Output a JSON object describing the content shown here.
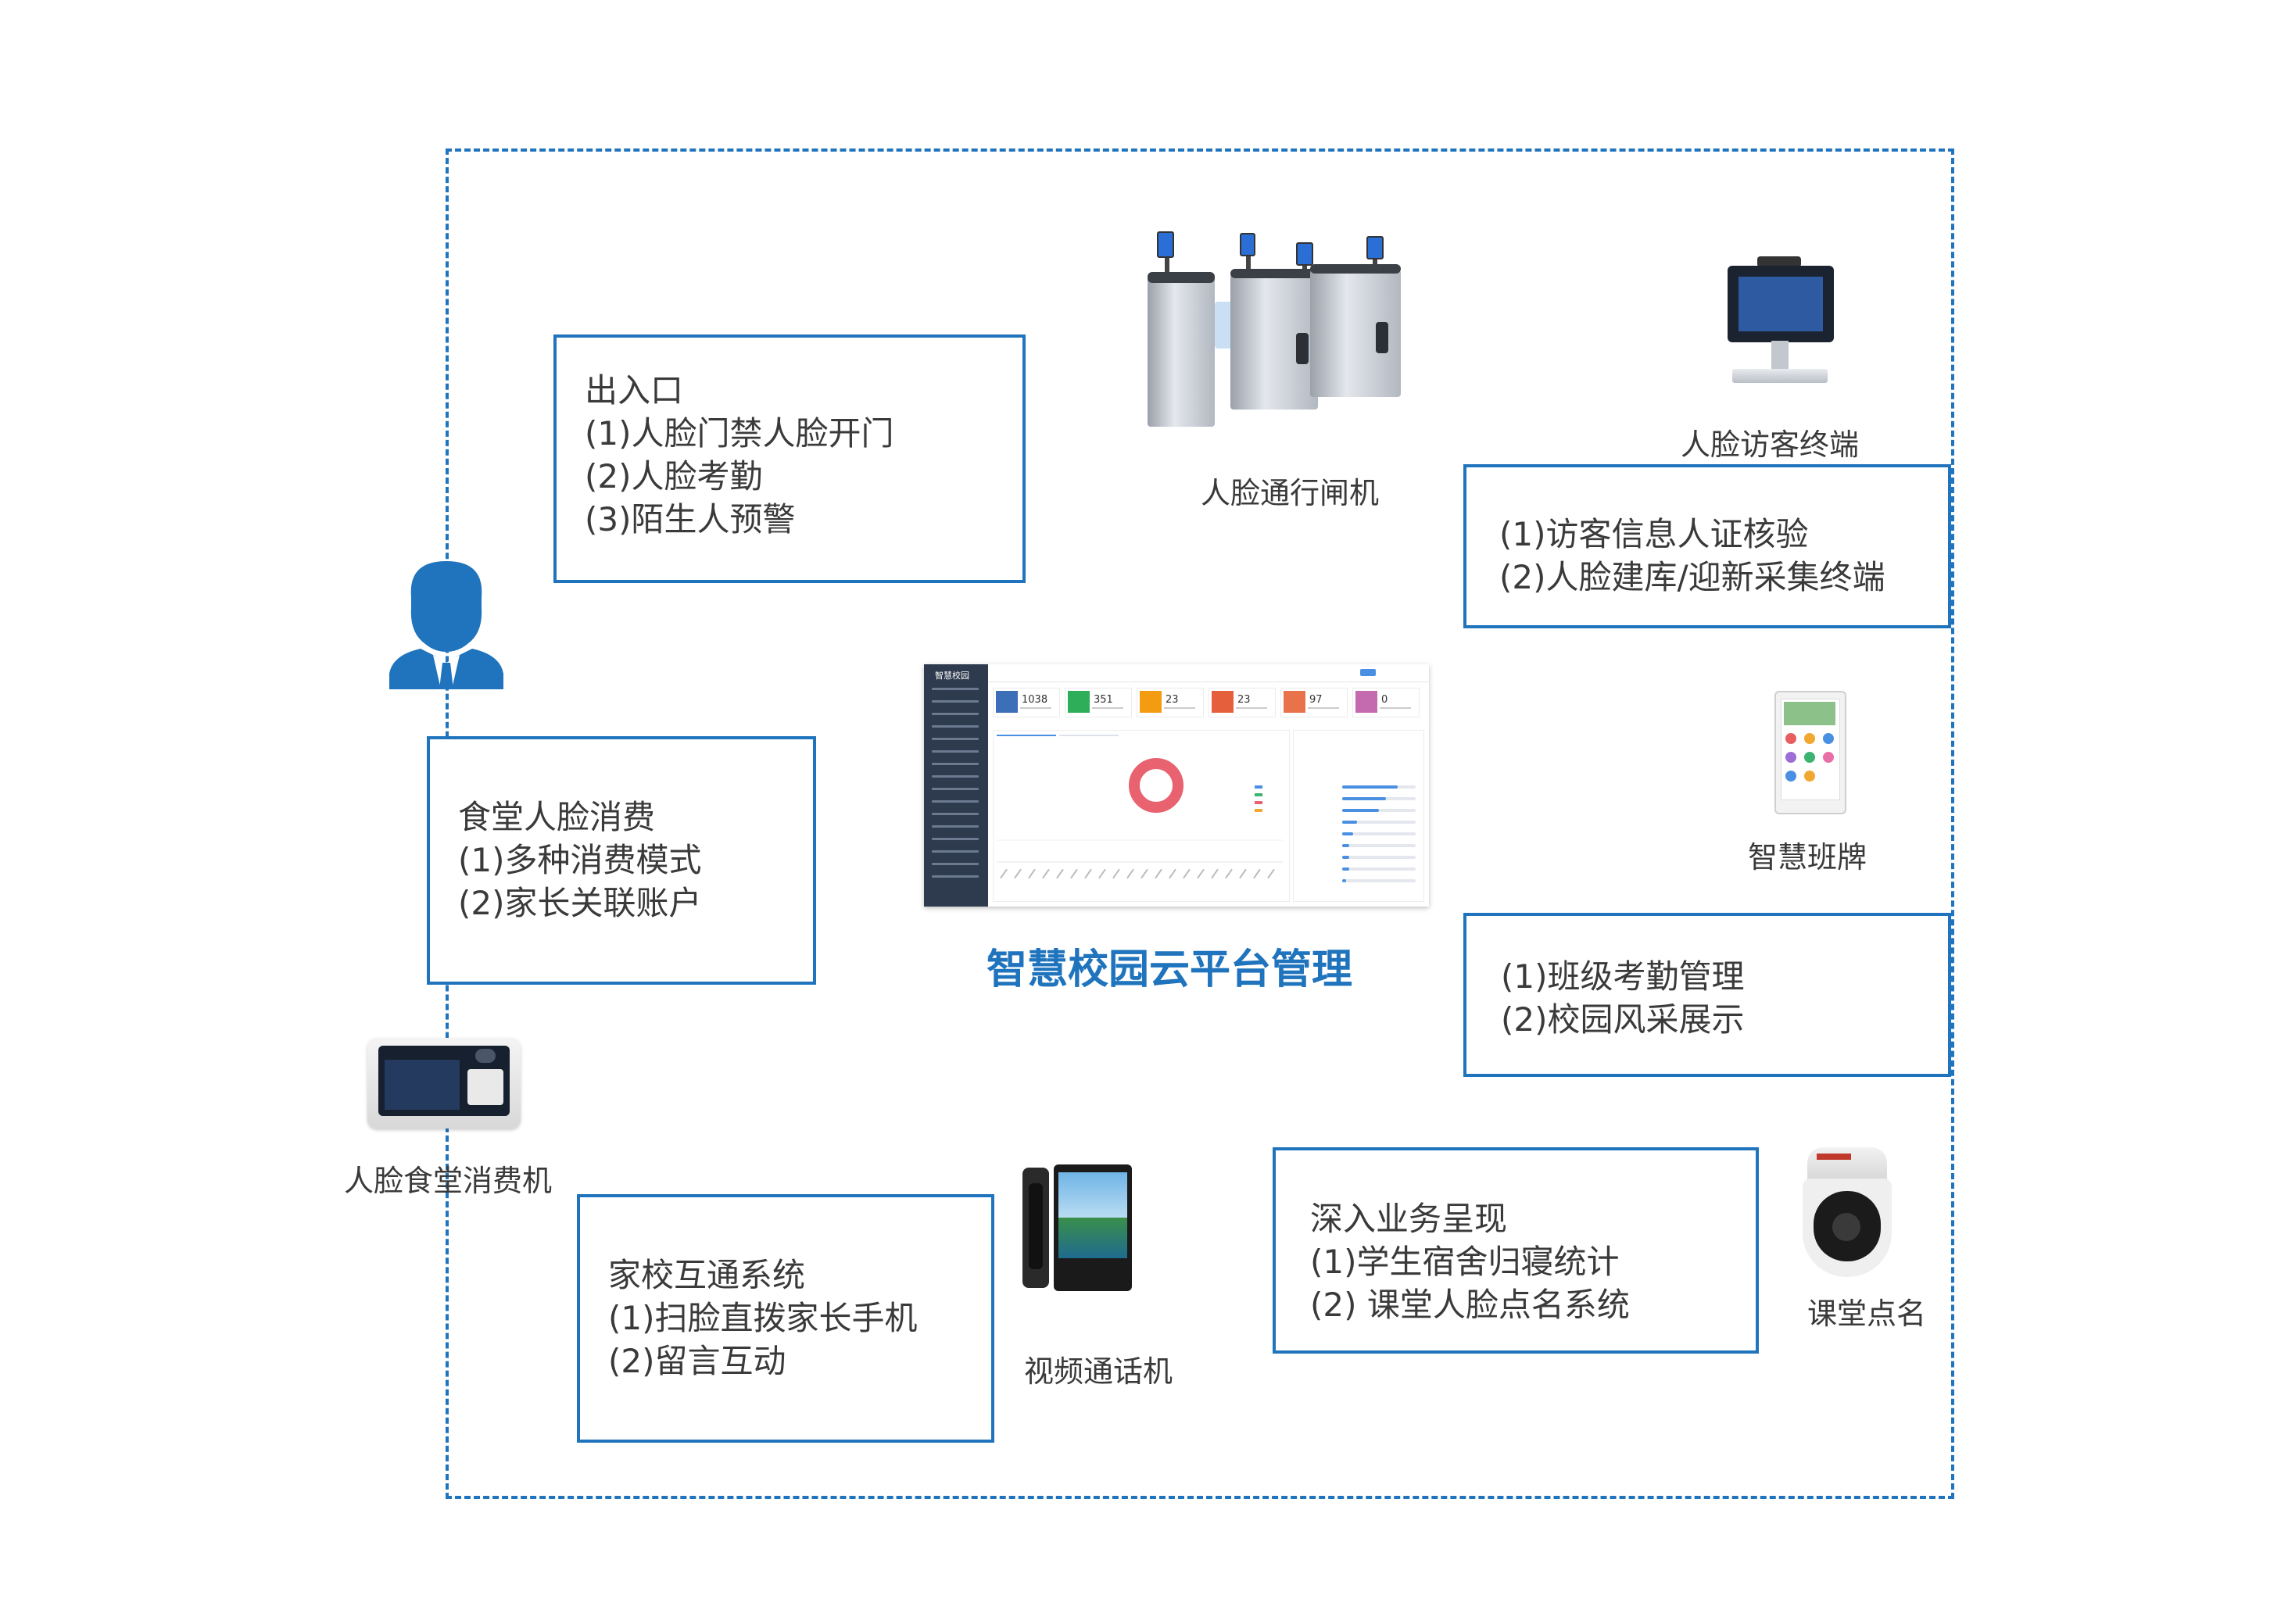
{
  "center": {
    "title": "智慧校园云平台管理",
    "dashboard": {
      "logo": "智慧校园",
      "stats": [
        "1038",
        "351",
        "23",
        "23",
        "97",
        "0"
      ],
      "stat_colors": [
        "#3d6fb8",
        "#2fae5a",
        "#f39c12",
        "#e65f3c",
        "#e8734b",
        "#c46bb0"
      ],
      "donut_color": "#e8626f"
    }
  },
  "boxes": {
    "entrance": {
      "lines": [
        "出入口",
        "(1)人脸门禁人脸开门",
        "(2)人脸考勤",
        "(3)陌生人预警"
      ]
    },
    "canteen": {
      "lines": [
        "食堂人脸消费",
        "(1)多种消费模式",
        "(2)家长关联账户"
      ]
    },
    "home_school": {
      "lines": [
        "家校互通系统",
        "(1)扫脸直拨家长手机",
        "(2)留言互动"
      ]
    },
    "visitor": {
      "lines": [
        "(1)访客信息人证核验",
        "(2)人脸建库/迎新采集终端"
      ]
    },
    "class_board": {
      "lines": [
        "(1)班级考勤管理",
        "(2)校园风采展示"
      ]
    },
    "business": {
      "lines": [
        "深入业务呈现",
        "(1)学生宿舍归寝统计",
        " (2) 课堂人脸点名系统"
      ]
    }
  },
  "devices": {
    "gate": "人脸通行闸机",
    "visitor_terminal": "人脸访客终端",
    "class_sign": "智慧班牌",
    "canteen_machine": "人脸食堂消费机",
    "video_phone": "视频通话机",
    "roll_call": "课堂点名"
  },
  "colors": {
    "accent": "#1f74bd",
    "text": "#3a3a3a"
  }
}
